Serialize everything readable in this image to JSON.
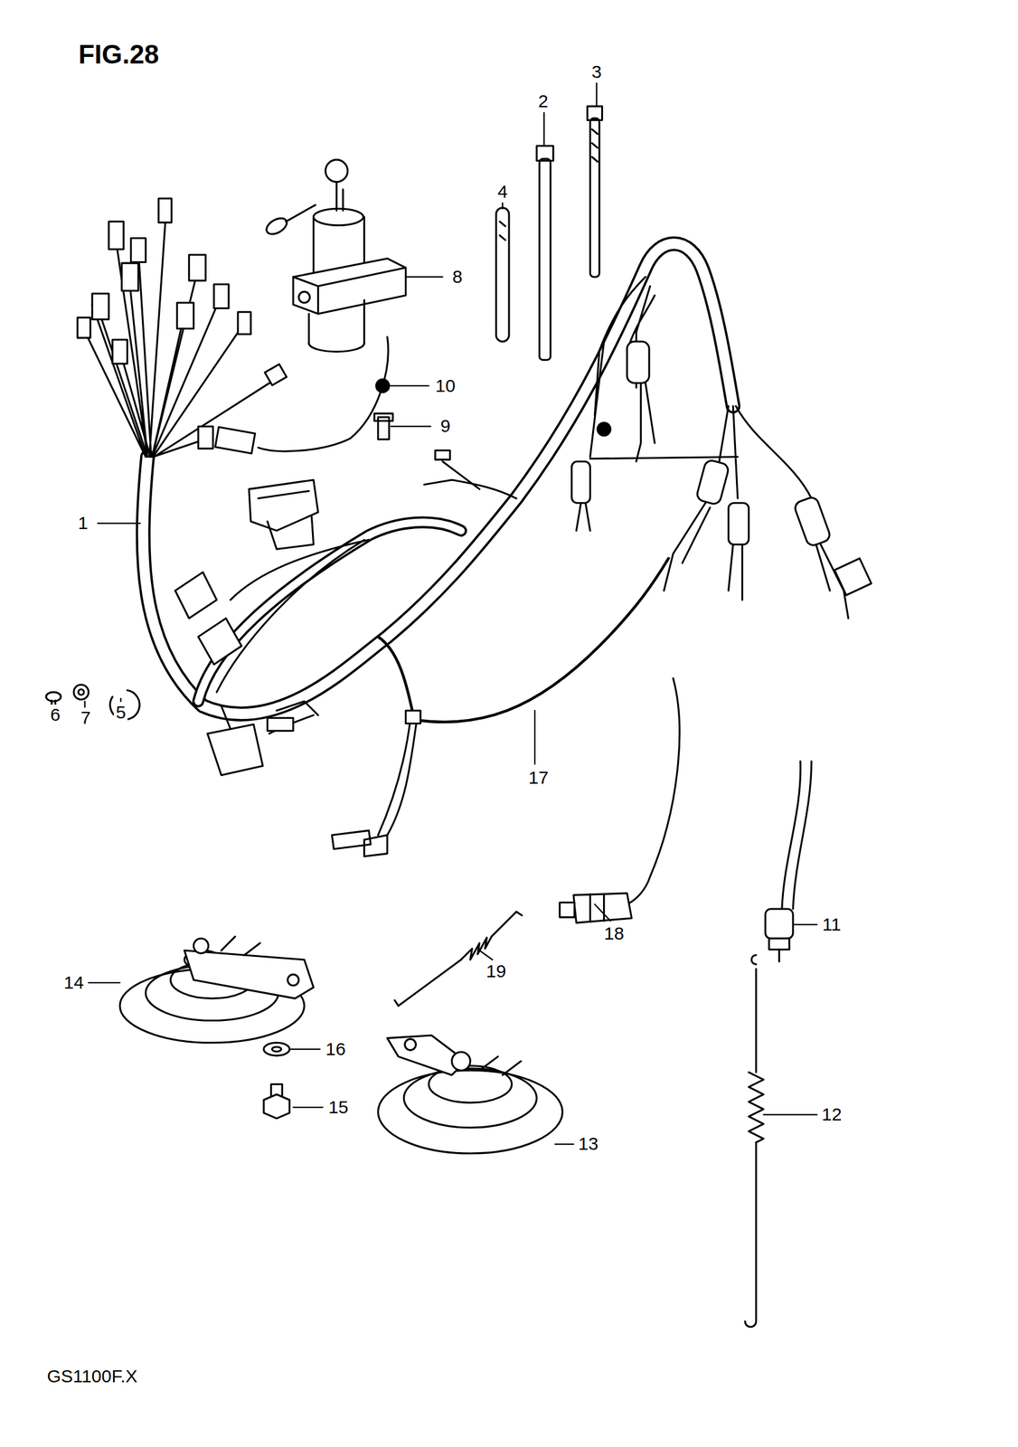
{
  "diagram": {
    "title": "FIG.28",
    "labels": [
      "1",
      "2",
      "3",
      "4",
      "5",
      "6",
      "7",
      "8",
      "9",
      "10",
      "11",
      "12",
      "13",
      "14",
      "15",
      "16",
      "17",
      "18",
      "19",
      "GS1100F.X"
    ]
  }
}
